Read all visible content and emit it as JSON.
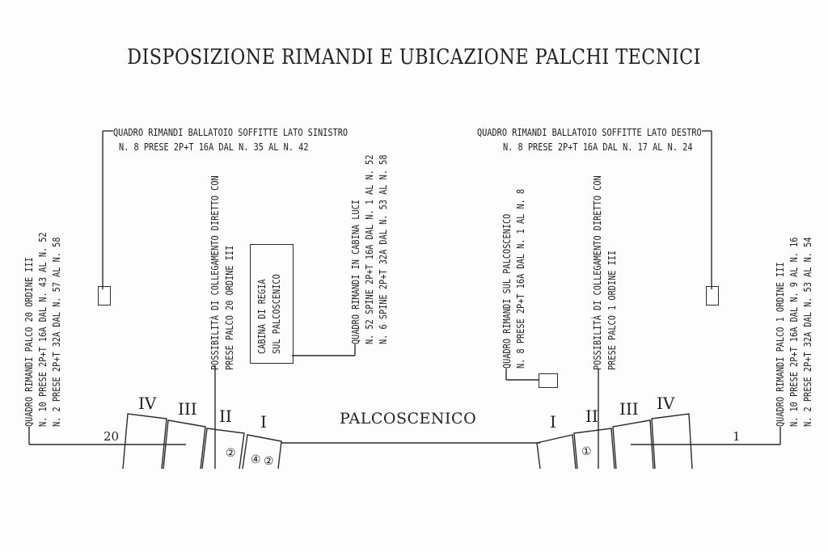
{
  "title": "DISPOSIZIONE RIMANDI E UBICAZIONE PALCHI TECNICI",
  "left_top": {
    "line1": "QUADRO RIMANDI BALLATOIO SOFFITTE LATO SINISTRO",
    "line2": "N. 8 PRESE 2P+T 16A DAL N. 35 AL N. 42"
  },
  "right_top": {
    "line1": "QUADRO RIMANDI BALLATOIO SOFFITTE LATO DESTRO",
    "line2": "N. 8 PRESE 2P+T 16A DAL N. 17 AL N. 24"
  },
  "left_palco20": {
    "line1": "QUADRO RIMANDI PALCO 20 ORDINE III",
    "line2": "N. 10 PRESE 2P+T 16A DAL N. 43 AL N. 52",
    "line3": "N. 2 PRESE 2P+T 32A DAL N. 57 AL N. 58"
  },
  "left_possibility": {
    "line1": "POSSIBILITÀ DI COLLEGAMENTO DIRETTO CON",
    "line2": "PRESE PALCO 20 ORDINE III"
  },
  "cabina_regia": {
    "line1": "CABINA DI REGIA",
    "line2": "SUL PALCOSCENICO"
  },
  "cabina_luci": {
    "line1": "QUADRO RIMANDI IN CABINA LUCI",
    "line2": "N. 52 SPINE 2P+T 16A DAL N. 1 AL N. 52",
    "line3": "N. 6 SPINE 2P+T 32A DAL N. 53 AL N. 58"
  },
  "palcoscenico_quadro": {
    "line1": "QUADRO RIMANDI SUL PALCOSCENICO",
    "line2": "N. 8 PRESE 2P+T 16A DAL N. 1 AL N. 8"
  },
  "right_possibility": {
    "line1": "POSSIBILITÀ DI COLLEGAMENTO DIRETTO CON",
    "line2": "PRESE PALCO 1 ORDINE III"
  },
  "right_palco1": {
    "line1": "QUADRO RIMANDI PALCO 1 ORDINE III",
    "line2": "N. 10 PRESE 2P+T 16A DAL N. 9 AL N. 16",
    "line3": "N. 2 PRESE 2P+T 32A DAL N. 53 AL N. 54"
  },
  "stage_label": "PALCOSCENICO",
  "orders_left": [
    "IV",
    "III",
    "II",
    "I"
  ],
  "orders_right": [
    "I",
    "II",
    "III",
    "IV"
  ],
  "palco_left_number": "20",
  "palco_right_number": "1",
  "circled_left": [
    "②",
    "④",
    "②"
  ],
  "circled_right": [
    "①"
  ]
}
